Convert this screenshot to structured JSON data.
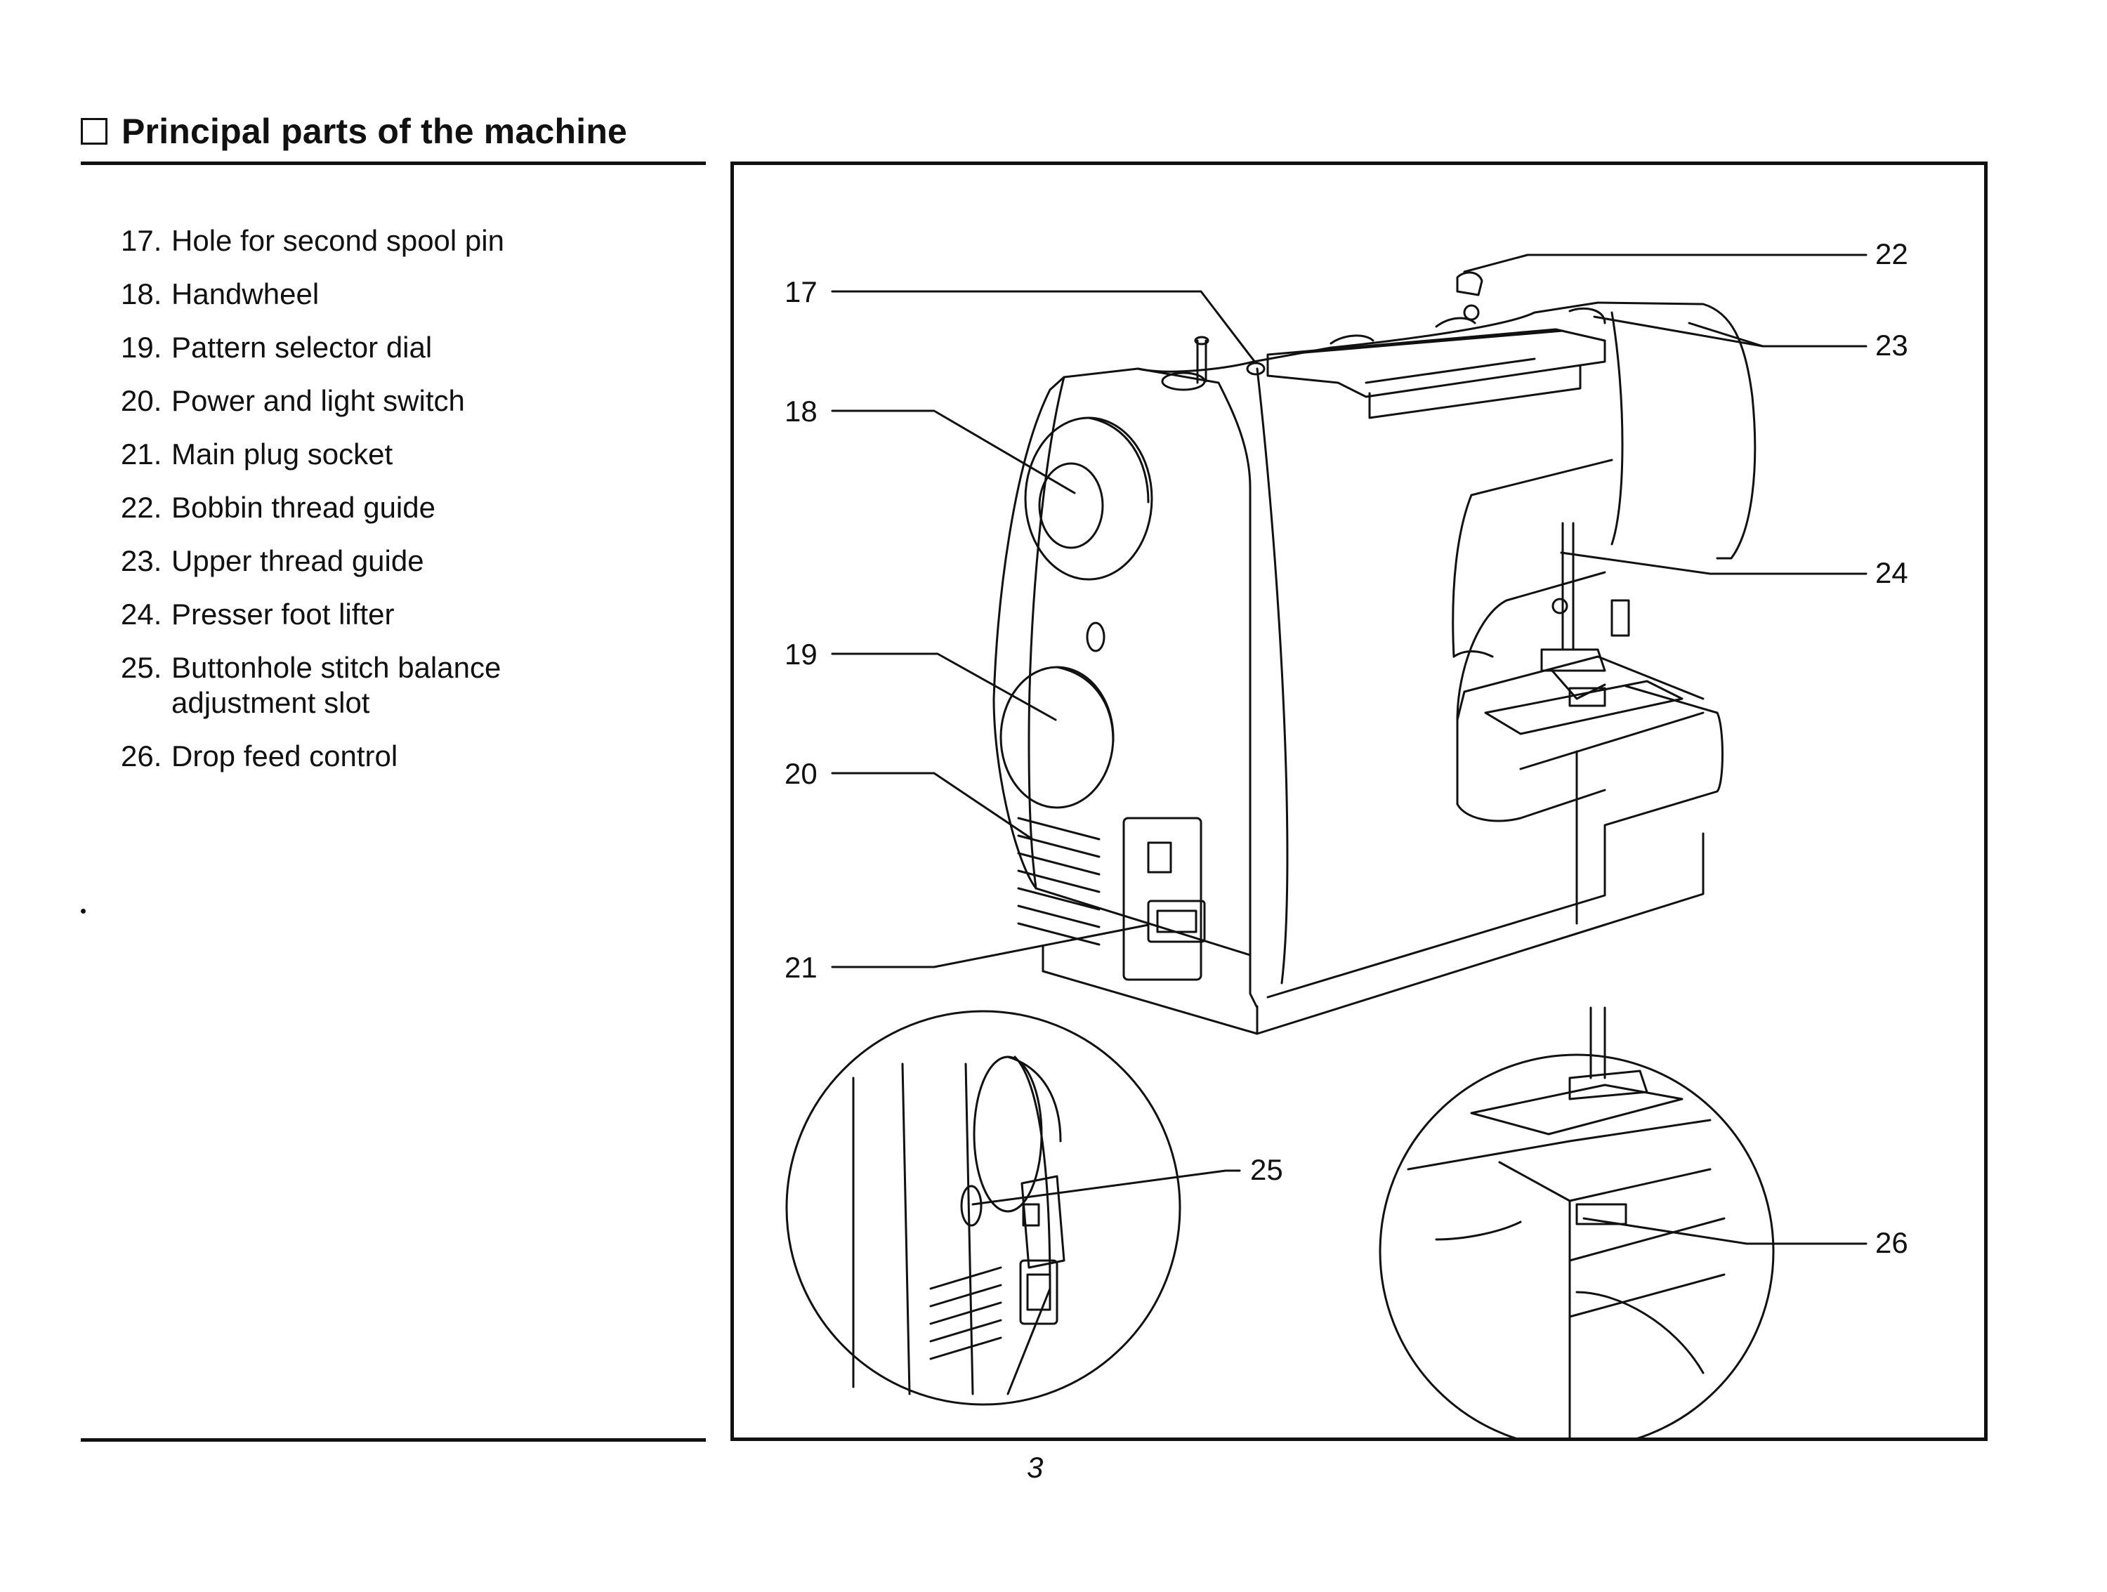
{
  "heading": "Principal parts of the machine",
  "parts": [
    {
      "num": "17.",
      "text": "Hole for second spool pin"
    },
    {
      "num": "18.",
      "text": "Handwheel"
    },
    {
      "num": "19.",
      "text": "Pattern selector dial"
    },
    {
      "num": "20.",
      "text": "Power and light switch"
    },
    {
      "num": "21.",
      "text": "Main plug socket"
    },
    {
      "num": "22.",
      "text": "Bobbin thread guide"
    },
    {
      "num": "23.",
      "text": "Upper thread guide"
    },
    {
      "num": "24.",
      "text": "Presser foot lifter"
    },
    {
      "num": "25.",
      "text": "Buttonhole stitch balance adjustment slot"
    },
    {
      "num": "26.",
      "text": "Drop feed control"
    }
  ],
  "callouts": {
    "c17": "17",
    "c18": "18",
    "c19": "19",
    "c20": "20",
    "c21": "21",
    "c22": "22",
    "c23": "23",
    "c24": "24",
    "c25": "25",
    "c26": "26"
  },
  "page_number": "3"
}
